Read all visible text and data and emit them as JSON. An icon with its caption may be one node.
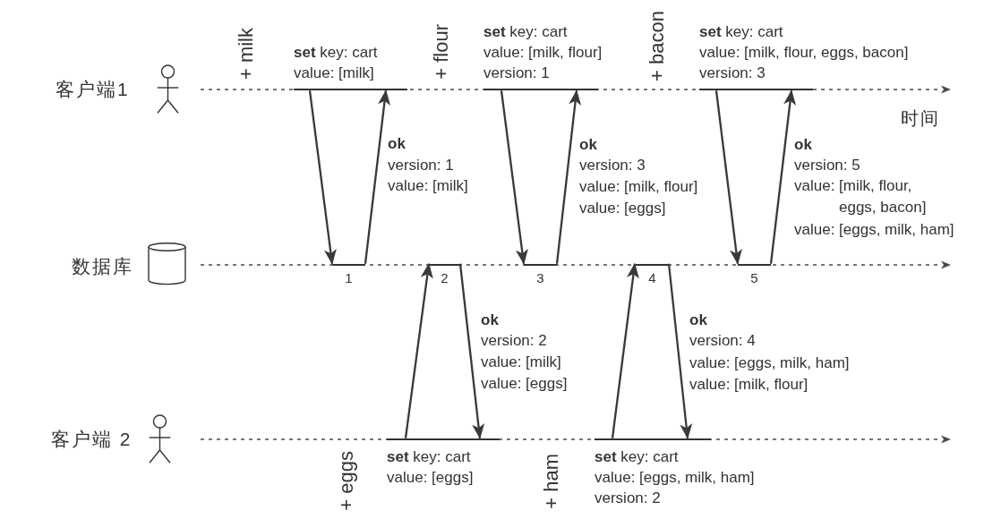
{
  "diagram": {
    "nodes": [
      {
        "text": [
          "**set** key: cart",
          "value: [milk]"
        ]
      },
      {
        "text": [
          "**set** key: cart",
          "value: [milk, flour]",
          "version: 1"
        ]
      },
      {
        "text": [
          "**set** key: cart",
          "value: [milk, flour, eggs, bacon]",
          "version: 3"
        ]
      },
      {
        "text": [
          "1"
        ]
      },
      {
        "text": [
          "2"
        ]
      },
      {
        "text": [
          "3"
        ]
      },
      {
        "text": [
          "4"
        ]
      },
      {
        "text": [
          "5"
        ]
      },
      {
        "text": [
          "**set** key: cart",
          "value: [eggs]"
        ]
      },
      {
        "text": [
          "**set** key: cart",
          "value: [eggs, milk, ham]",
          "version: 2"
        ]
      }
    ],
    "edges": [
      {
        "from": 0,
        "to": 3,
        "arrow": "to"
      },
      {
        "from": 3,
        "to": 0,
        "arrow": "to"
      },
      {
        "from": 8,
        "to": 4,
        "arrow": "to"
      },
      {
        "from": 4,
        "to": 8,
        "arrow": "to"
      },
      {
        "from": 1,
        "to": 5,
        "arrow": "to"
      },
      {
        "from": 5,
        "to": 1,
        "arrow": "to"
      },
      {
        "from": 9,
        "to": 6,
        "arrow": "to"
      },
      {
        "from": 6,
        "to": 9,
        "arrow": "to"
      },
      {
        "from": 2,
        "to": 7,
        "arrow": "to"
      },
      {
        "from": 7,
        "to": 2,
        "arrow": "to"
      }
    ],
    "labels": [
      "+ milk",
      "+ flour",
      "+ bacon",
      "客户端1",
      "时间",
      "ok",
      "version: 1",
      "value: [milk]",
      "ok",
      "version: 3",
      "value: [milk, flour]",
      "value: [eggs]",
      "ok",
      "version: 5",
      "value: [milk, flour, eggs, bacon]",
      "value: [eggs, milk, ham]",
      "数据库",
      "ok",
      "version: 2",
      "value: [milk]",
      "value: [eggs]",
      "ok",
      "version: 4",
      "value: [eggs, milk, ham]",
      "value: [milk, flour]",
      "客户端 2",
      "+ eggs",
      "+ ham"
    ]
  }
}
